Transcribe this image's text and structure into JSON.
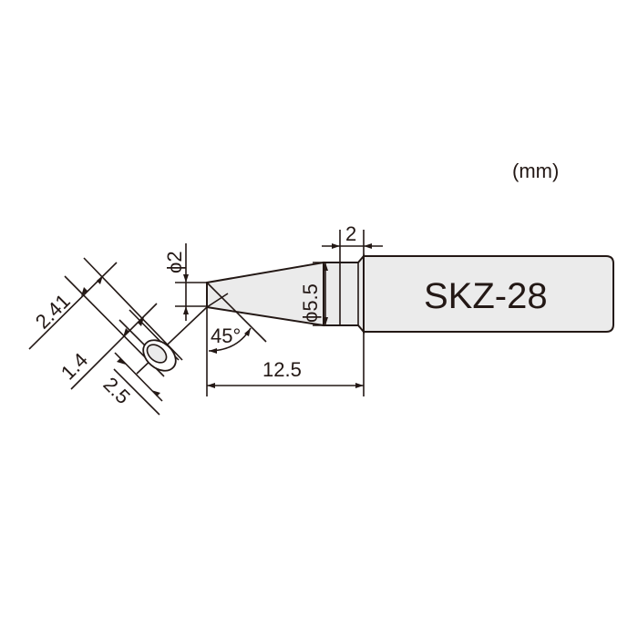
{
  "drawing": {
    "units_label": "(mm)",
    "model_label": "SKZ-28",
    "colors": {
      "line": "#231815",
      "part_fill": "#ebebeb",
      "background": "#ffffff"
    },
    "dimensions": {
      "tip_diameter": "ϕ2",
      "body_diameter": "ϕ5.5",
      "flange_width": "2",
      "tip_length": "12.5",
      "bevel_angle": "45°",
      "bevel_face_length": "2.41",
      "bevel_minor": "1.4",
      "bevel_major": "2.5"
    }
  }
}
